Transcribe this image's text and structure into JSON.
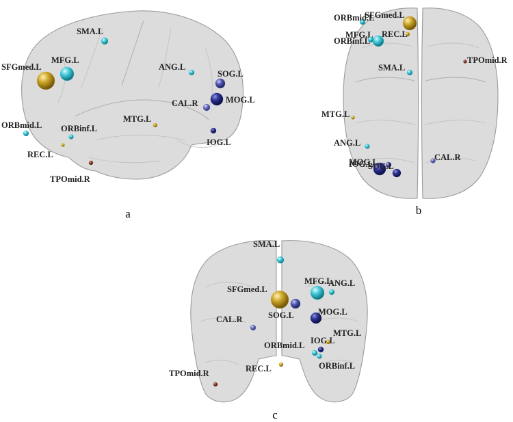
{
  "panels": [
    {
      "id": "a",
      "label": "a",
      "nodes": [
        {
          "name": "SMA.L",
          "color": "#3ec6d6"
        },
        {
          "name": "SFGmed.L",
          "color": "#c9a227"
        },
        {
          "name": "MFG.L",
          "color": "#3ec6d6"
        },
        {
          "name": "ANG.L",
          "color": "#3ec6d6"
        },
        {
          "name": "SOG.L",
          "color": "#4f56b0"
        },
        {
          "name": "MOG.L",
          "color": "#2a2f8f"
        },
        {
          "name": "CAL.R",
          "color": "#6e72c0"
        },
        {
          "name": "MTG.L",
          "color": "#c9a227"
        },
        {
          "name": "IOG.L",
          "color": "#2a2f8f"
        },
        {
          "name": "ORBmid.L",
          "color": "#3ec6d6"
        },
        {
          "name": "ORBinf.L",
          "color": "#3ec6d6"
        },
        {
          "name": "REC.L",
          "color": "#c9a227"
        },
        {
          "name": "TPOmid.R",
          "color": "#8b3a2e"
        }
      ]
    },
    {
      "id": "b",
      "label": "b",
      "nodes": [
        {
          "name": "SFGmed.L",
          "color": "#c9a227"
        },
        {
          "name": "ORBmid.L",
          "color": "#3ec6d6"
        },
        {
          "name": "MFG.L",
          "color": "#3ec6d6"
        },
        {
          "name": "REC.L",
          "color": "#c9a227"
        },
        {
          "name": "ORBinf.L",
          "color": "#3ec6d6"
        },
        {
          "name": "TPOmid.R",
          "color": "#8b3a2e"
        },
        {
          "name": "SMA.L",
          "color": "#3ec6d6"
        },
        {
          "name": "MTG.L",
          "color": "#c9a227"
        },
        {
          "name": "ANG.L",
          "color": "#3ec6d6"
        },
        {
          "name": "CAL.R",
          "color": "#6e72c0"
        },
        {
          "name": "MOG.L",
          "color": "#2a2f8f"
        },
        {
          "name": "IOG.L",
          "color": "#2a2f8f"
        },
        {
          "name": "SOG.L",
          "color": "#4f56b0"
        }
      ]
    },
    {
      "id": "c",
      "label": "c",
      "nodes": [
        {
          "name": "SMA.L",
          "color": "#3ec6d6"
        },
        {
          "name": "SFGmed.L",
          "color": "#c9a227"
        },
        {
          "name": "MFG.L",
          "color": "#3ec6d6"
        },
        {
          "name": "ANG.L",
          "color": "#3ec6d6"
        },
        {
          "name": "SOG.L",
          "color": "#4f56b0"
        },
        {
          "name": "MOG.L",
          "color": "#2a2f8f"
        },
        {
          "name": "CAL.R",
          "color": "#6e72c0"
        },
        {
          "name": "ORBmid.L",
          "color": "#3ec6d6"
        },
        {
          "name": "IOG.L",
          "color": "#2a2f8f"
        },
        {
          "name": "MTG.L",
          "color": "#c9a227"
        },
        {
          "name": "ORBinf.L",
          "color": "#3ec6d6"
        },
        {
          "name": "REC.L",
          "color": "#c9a227"
        },
        {
          "name": "TPOmid.R",
          "color": "#8b3a2e"
        }
      ]
    }
  ]
}
